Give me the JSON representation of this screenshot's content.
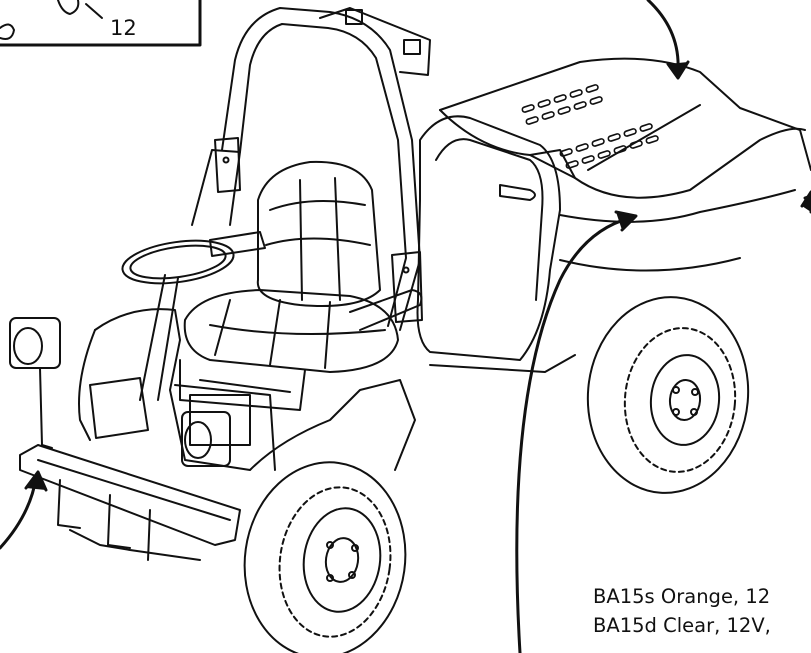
{
  "figure": {
    "callout_number": "12",
    "spec_lines": [
      "BA15s Orange, 12",
      "BA15d Clear, 12V,"
    ]
  }
}
